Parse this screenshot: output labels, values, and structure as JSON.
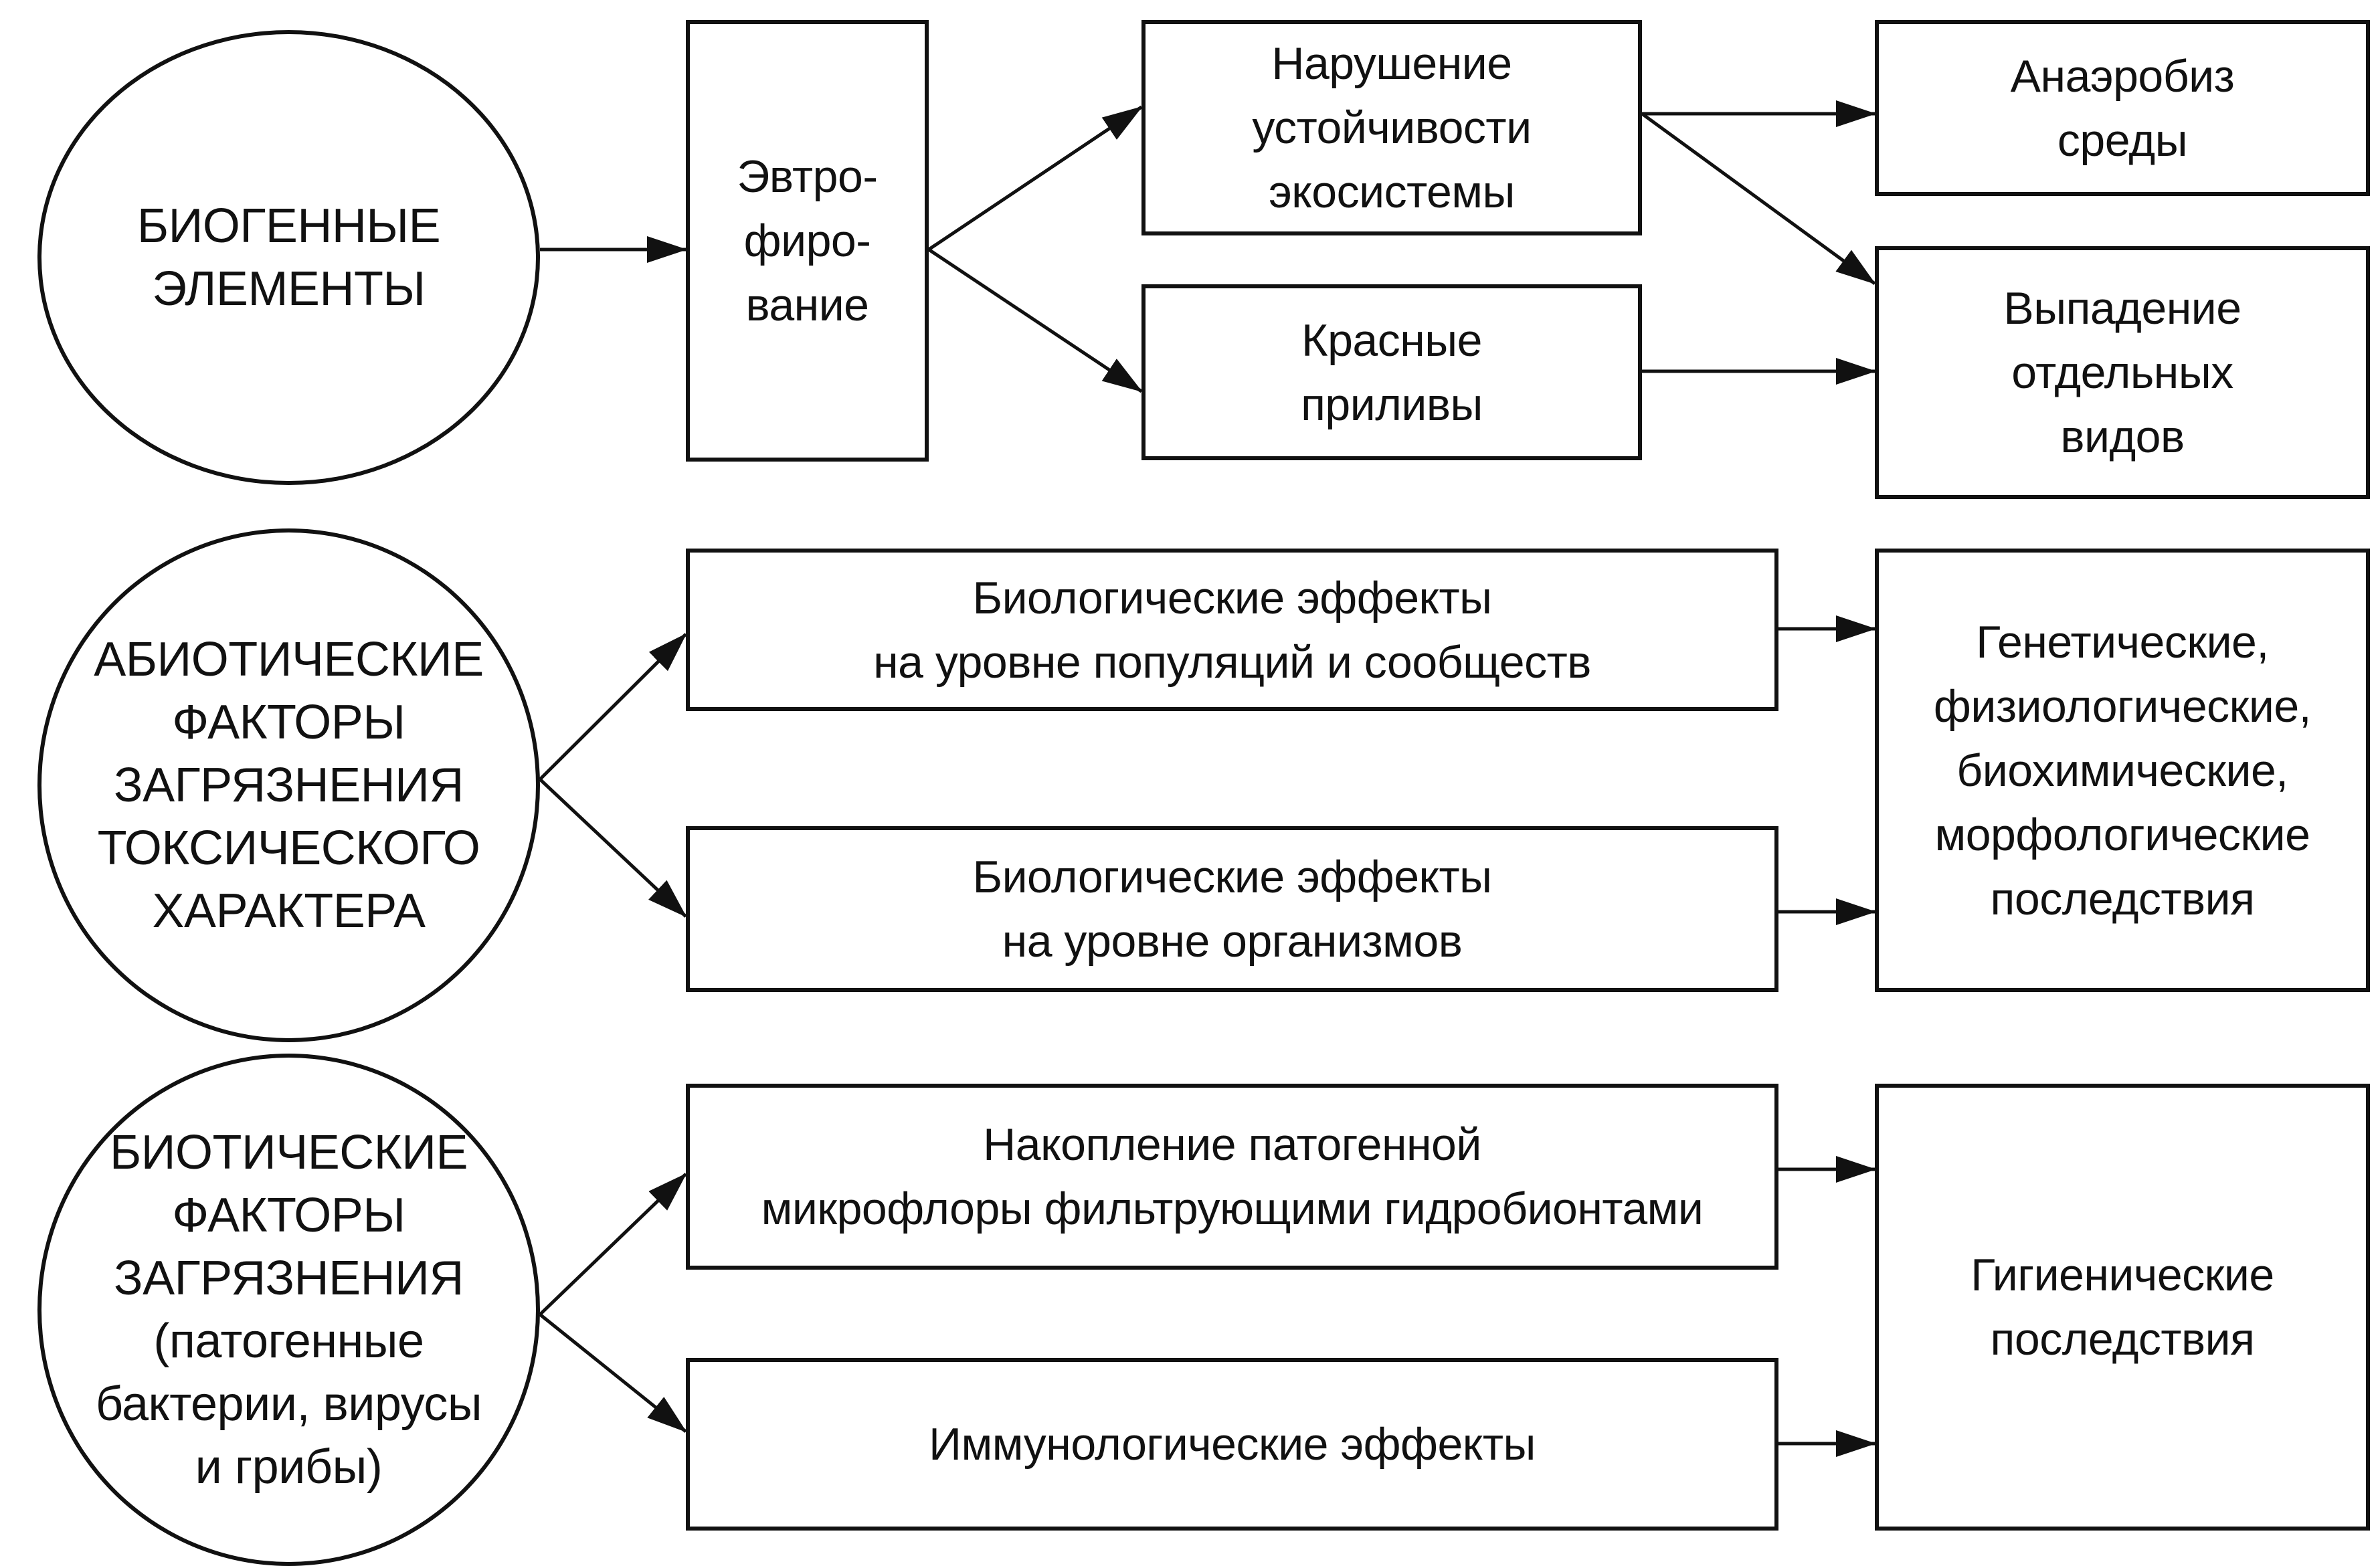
{
  "nodes": {
    "biogenic": "БИОГЕННЫЕ\nЭЛЕМЕНТЫ",
    "abiotic": "АБИОТИЧЕСКИЕ\nФАКТОРЫ\nЗАГРЯЗНЕНИЯ\nТОКСИЧЕСКОГО\nХАРАКТЕРА",
    "biotic": "БИОТИЧЕСКИЕ\nФАКТОРЫ\nЗАГРЯЗНЕНИЯ\n(патогенные\nбактерии, вирусы\nи грибы)",
    "eutrophication": "Эвтро-\nфиро-\nвание",
    "stability": "Нарушение\nустойчивости\nэкосистемы",
    "red_tides": "Красные\nприливы",
    "anaerobiosis": "Анаэробиз\nсреды",
    "species_loss": "Выпадение\nотдельных\nвидов",
    "pop_effects": "Биологические эффекты\nна уровне популяций и сообществ",
    "org_effects": "Биологические эффекты\nна уровне организмов",
    "genetic": "Генетические,\nфизиологические,\nбиохимические,\nморфологические\nпоследствия",
    "pathogen": "Накопление патогенной\nмикрофлоры фильтрующими гидробионтами",
    "immuno": "Иммунологические эффекты",
    "hygienic": "Гигиенические\nпоследствия"
  },
  "colors": {
    "ink": "#111111",
    "paper": "#ffffff"
  }
}
